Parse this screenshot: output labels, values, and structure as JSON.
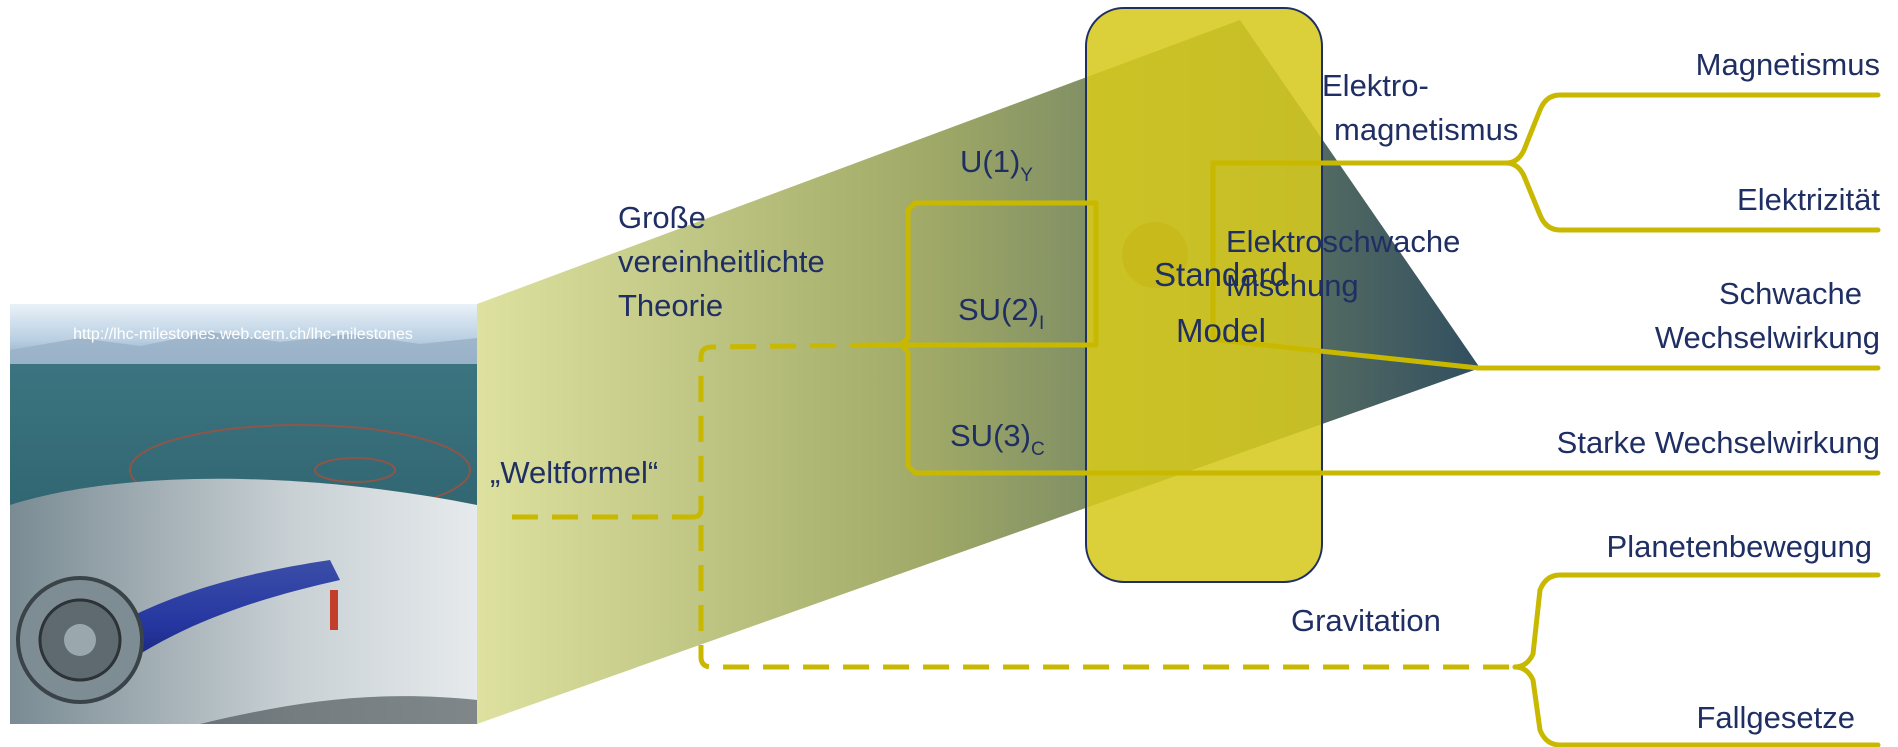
{
  "photo": {
    "source_url": "http://lhc-milestones.web.cern.ch/lhc-milestones"
  },
  "labels": {
    "weltformel": "„Weltformel“",
    "gut": [
      "Große",
      "vereinheitlichte",
      "Theorie"
    ],
    "u1": {
      "base": "U(1)",
      "sub": "Y"
    },
    "su2": {
      "base": "SU(2)",
      "sub": "I"
    },
    "su3": {
      "base": "SU(3)",
      "sub": "C"
    },
    "standard_model": [
      "Standard",
      "Model"
    ],
    "electroweak": [
      "Elektroschwache",
      "Mischung"
    ],
    "electromagnetism": [
      "Elektro-",
      "magnetismus"
    ],
    "magnetism": "Magnetismus",
    "electricity": "Elektrizität",
    "weak": [
      "Schwache",
      "Wechselwirkung"
    ],
    "strong": "Starke Wechselwirkung",
    "gravitation": "Gravitation",
    "planetary_motion": "Planetenbewegung",
    "falling_laws": "Fallgesetze"
  },
  "colors": {
    "line": "#c8b900",
    "box_fill": "#d6c91e",
    "box_stroke": "#1f2f63",
    "text": "#1f2f63"
  }
}
